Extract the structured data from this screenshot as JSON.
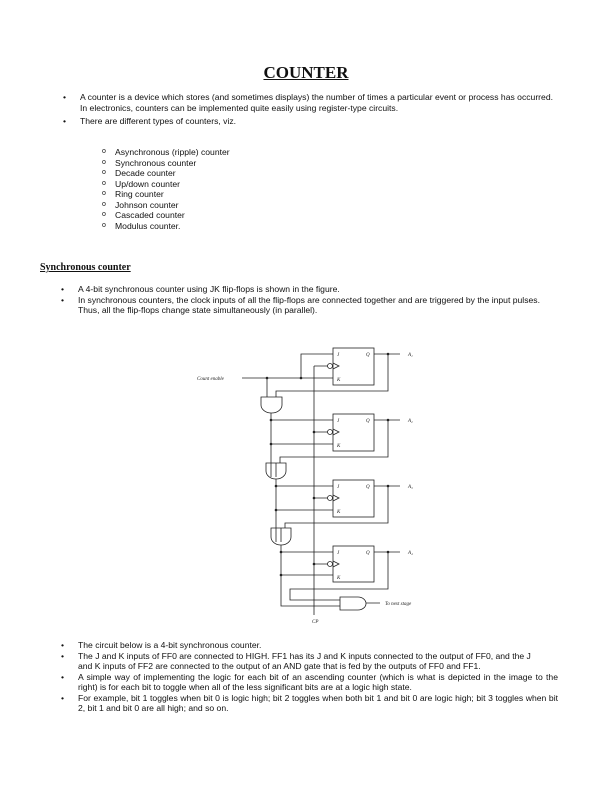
{
  "title": "COUNTER",
  "intro": [
    "A counter is a device which stores (and sometimes displays) the number of times a particular event or process has occurred. In electronics, counters can be implemented quite easily using register-type circuits.",
    "There are different types of counters, viz."
  ],
  "types": [
    "Asynchronous (ripple) counter",
    "Synchronous counter",
    "Decade counter",
    "Up/down counter",
    "Ring counter",
    "Johnson counter",
    "Cascaded counter",
    "Modulus counter."
  ],
  "section_heading": "Synchronous counter",
  "sync_points": [
    "A 4-bit synchronous counter using JK flip-flops is shown in the figure.",
    "In synchronous counters, the clock inputs of all the flip-flops are connected together and are triggered by the input pulses. Thus, all the flip-flops change state simultaneously (in parallel)."
  ],
  "diagram": {
    "count_enable": "Count enable",
    "clock": "CP",
    "next_stage": "To next stage",
    "j": "J",
    "k": "K",
    "q": "Q",
    "outputs": [
      "A₁",
      "A₂",
      "A₃",
      "A₄"
    ]
  },
  "notes": [
    "The circuit below is a 4-bit synchronous counter.",
    "The J and K inputs of FF0 are connected to HIGH. FF1 has its J and K inputs connected to the output of FF0, and the J and K inputs of FF2 are connected to the output of an AND gate that is fed by the outputs of FF0 and FF1.",
    "A simple way of implementing the logic for each bit of an ascending counter (which is what is depicted in the image to the right) is for each bit to toggle when all of the less significant bits are at a logic high state.",
    "For example, bit 1 toggles when bit 0 is logic high; bit 2 toggles when both bit 1 and bit 0 are logic high; bit 3 toggles when bit 2, bit 1 and bit 0 are all high; and so on."
  ]
}
